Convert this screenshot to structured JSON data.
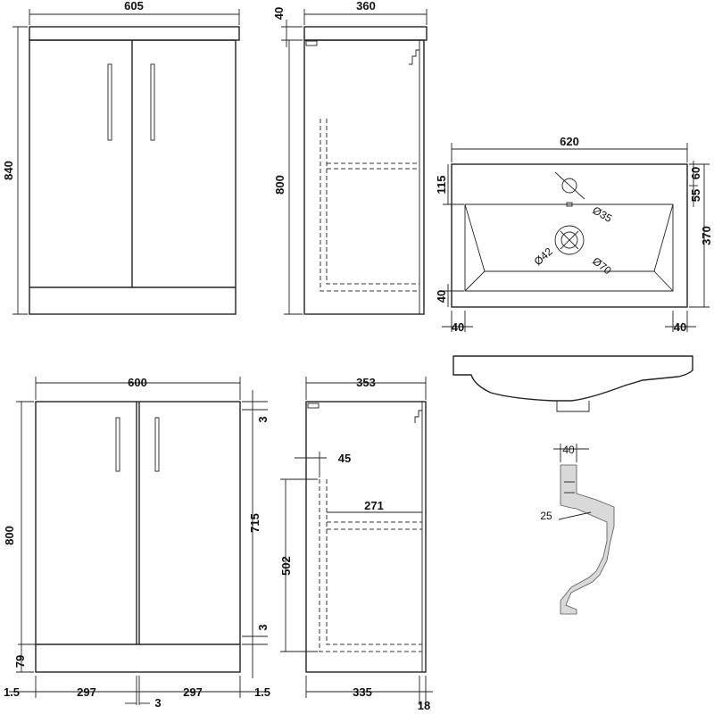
{
  "labels": {
    "top_cabinet_width": "605",
    "top_cabinet_height": "840",
    "top_top_thickness": "40",
    "top_side_depth": "360",
    "top_side_height": "800",
    "basin_width": "620",
    "basin_height": "370",
    "basin_tap_from_back": "115",
    "basin_tap_right_a": "60",
    "basin_tap_right_b": "55",
    "basin_hole_dia": "Ø35",
    "basin_waste_inner": "Ø42",
    "basin_waste_outer": "Ø70",
    "basin_margin_bottom": "40",
    "basin_margin_left": "40",
    "basin_margin_right": "40",
    "front_width": "600",
    "front_height": "800",
    "front_door_height": "715",
    "front_top_gap": "3",
    "front_bottom_gap": "3",
    "front_plinth": "79",
    "front_door_left": "297",
    "front_door_right": "297",
    "front_center_gap": "3",
    "front_edge_left": "1.5",
    "front_edge_right": "1.5",
    "side_depth": "353",
    "side_panel_offset": "45",
    "side_shelf_width": "271",
    "side_shelf_height": "502",
    "side_inner_depth": "335",
    "side_back_thickness": "18",
    "section_width": "40",
    "section_radius": "25"
  }
}
